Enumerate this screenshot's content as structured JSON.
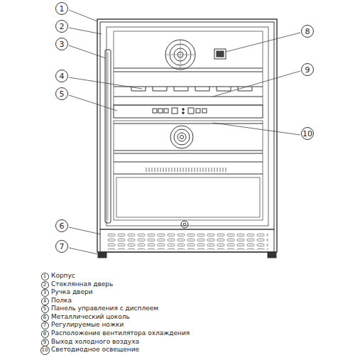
{
  "diagram": {
    "nodes": [
      {
        "text": [
          "1"
        ]
      },
      {
        "text": [
          "2"
        ]
      },
      {
        "text": [
          "3"
        ]
      },
      {
        "text": [
          "4"
        ]
      },
      {
        "text": [
          "5"
        ]
      },
      {
        "text": [
          "6"
        ]
      },
      {
        "text": [
          "7"
        ]
      },
      {
        "text": [
          "8"
        ]
      },
      {
        "text": [
          "9"
        ]
      },
      {
        "text": [
          "10"
        ]
      },
      {
        "text": [
          "1"
        ]
      },
      {
        "text": [
          "2"
        ]
      },
      {
        "text": [
          "3"
        ]
      },
      {
        "text": [
          "4"
        ]
      },
      {
        "text": [
          "5"
        ]
      },
      {
        "text": [
          "6"
        ]
      },
      {
        "text": [
          "7"
        ]
      },
      {
        "text": [
          "8"
        ]
      },
      {
        "text": [
          "9"
        ]
      },
      {
        "text": [
          "10"
        ]
      }
    ],
    "labels": [
      "Корпус",
      "Стеклянная дверь",
      "Ручка двери",
      "Полка",
      "Панель управления с дисплеем",
      "Металлический цоколь",
      "Регулируемые ножки",
      "Расположение вентилятора охлаждения",
      "Выход холодного воздуха",
      "Светодиодное освещение"
    ]
  }
}
